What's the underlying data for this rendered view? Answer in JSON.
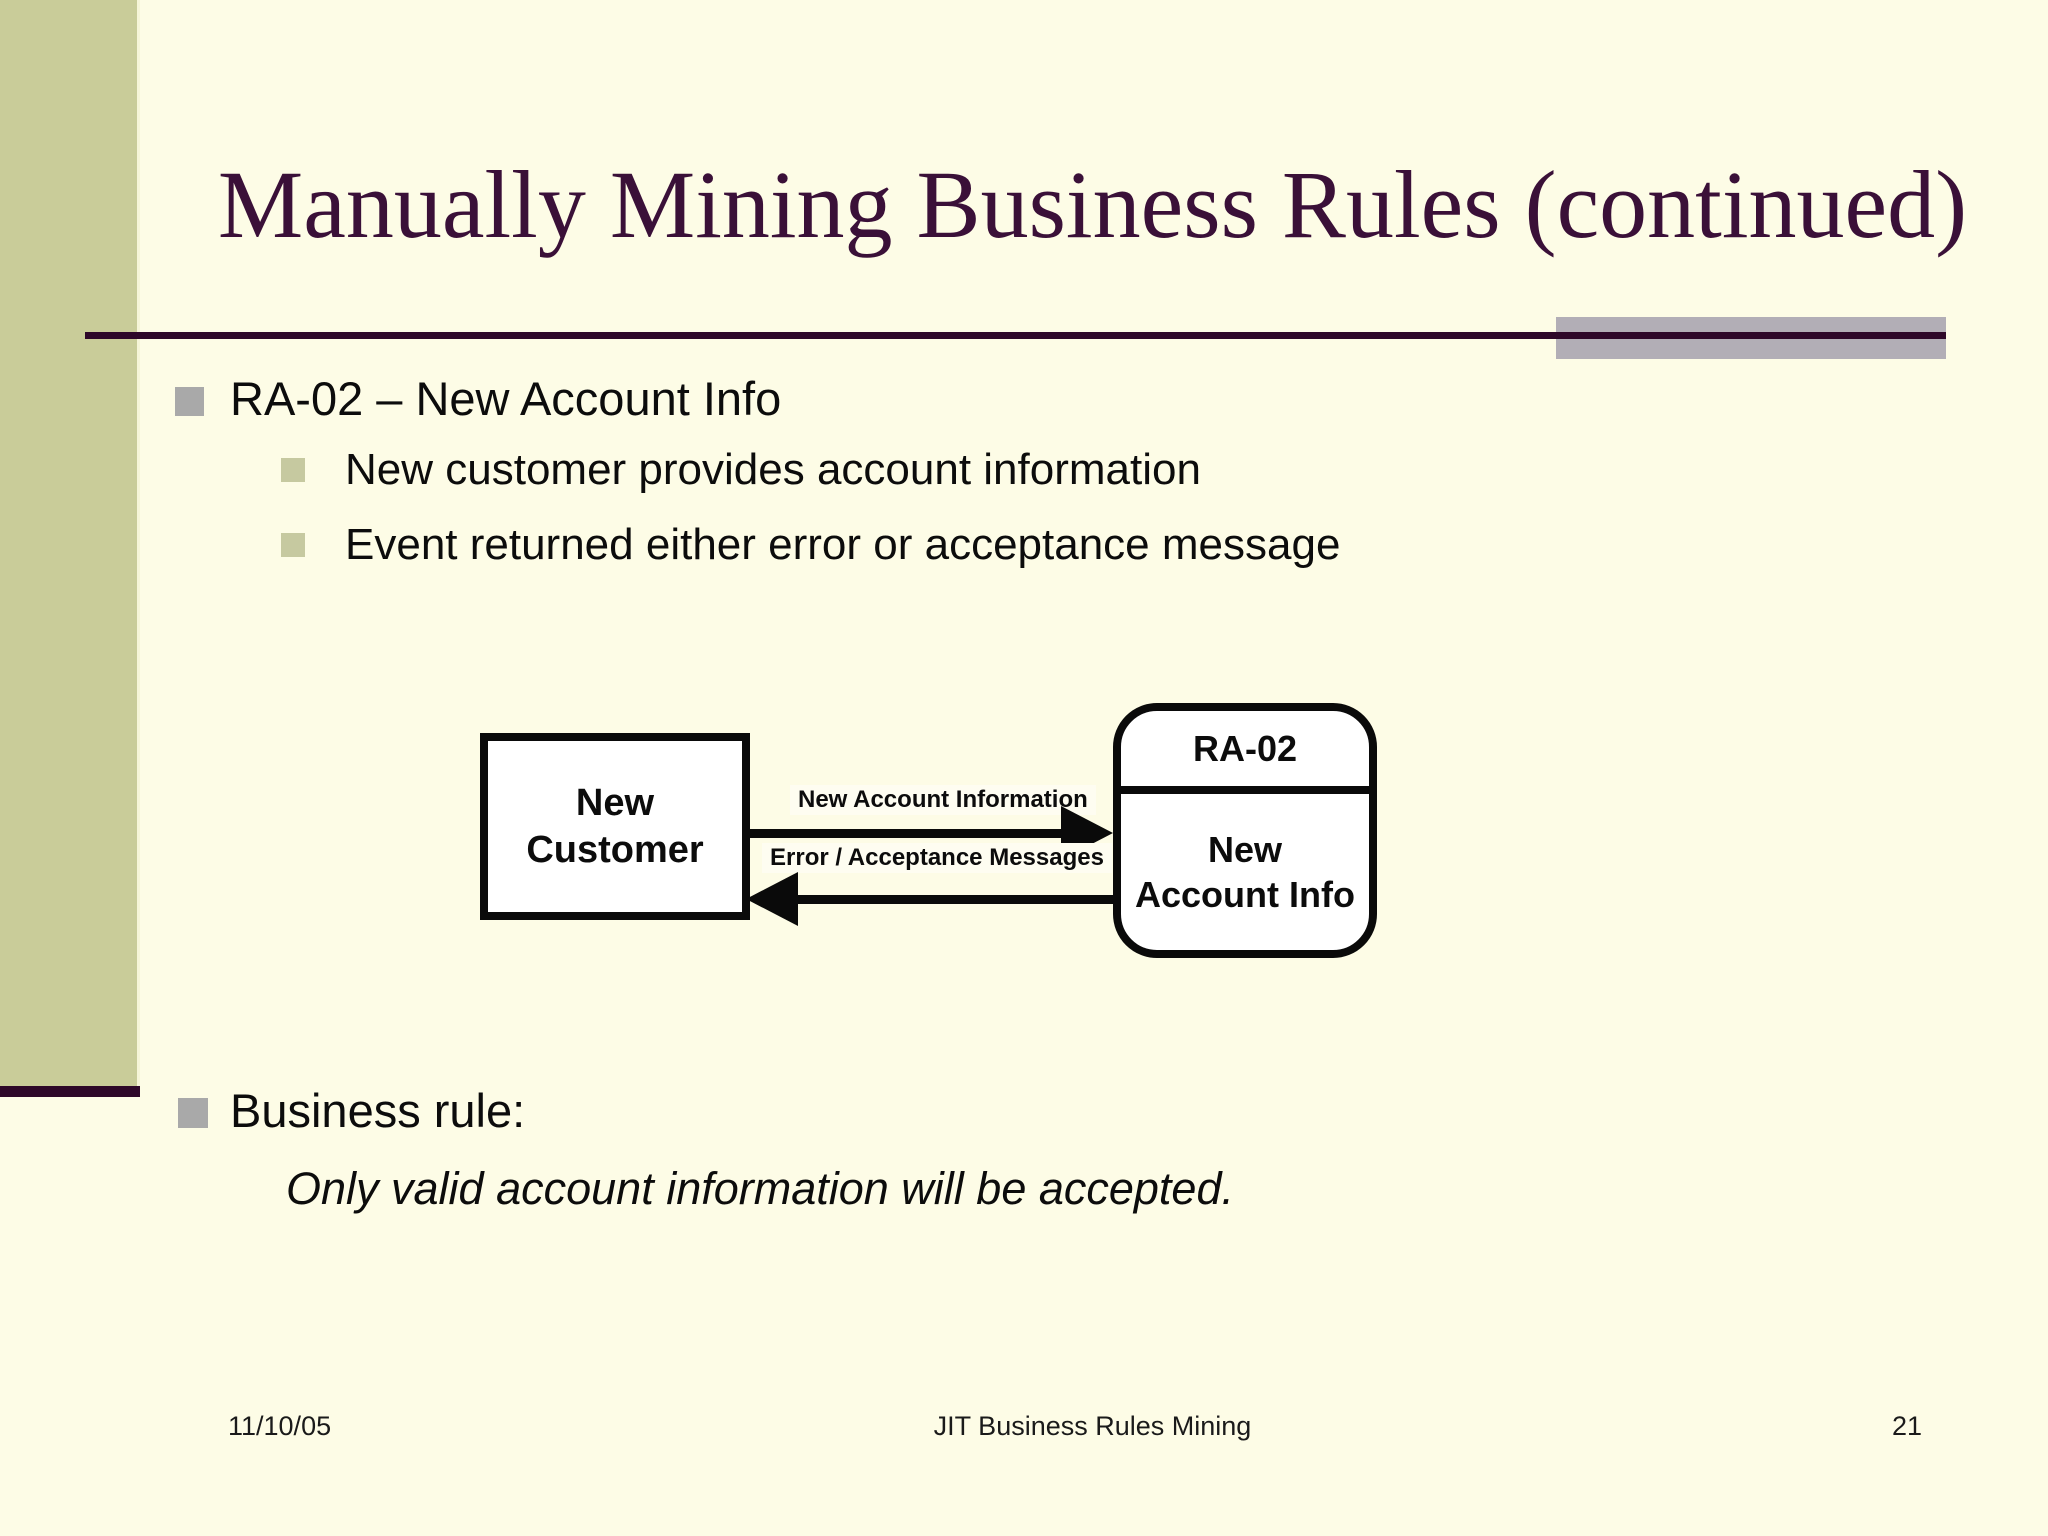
{
  "title": "Manually Mining Business Rules (continued)",
  "bullets": {
    "main": "RA-02 – New Account Info",
    "sub1": "New customer provides account information",
    "sub2": "Event returned either error or acceptance message"
  },
  "diagram": {
    "source_line1": "New",
    "source_line2": "Customer",
    "process_id": "RA-02",
    "process_name_line1": "New",
    "process_name_line2": "Account Info",
    "flow_top": "New Account Information",
    "flow_bottom": "Error / Acceptance Messages"
  },
  "business_rule": {
    "heading": "Business rule:",
    "text": "Only valid account information will be accepted."
  },
  "footer": {
    "date": "11/10/05",
    "center": "JIT Business Rules Mining",
    "page_number": "21"
  },
  "colors": {
    "background": "#fdfce6",
    "sidebar": "#c9cc99",
    "title": "#3a1038",
    "divider": "#2e0829",
    "accent_gray": "#b2aeb6",
    "bullet_gray": "#a9a9a9",
    "bullet_olive": "#c6c9a0"
  }
}
